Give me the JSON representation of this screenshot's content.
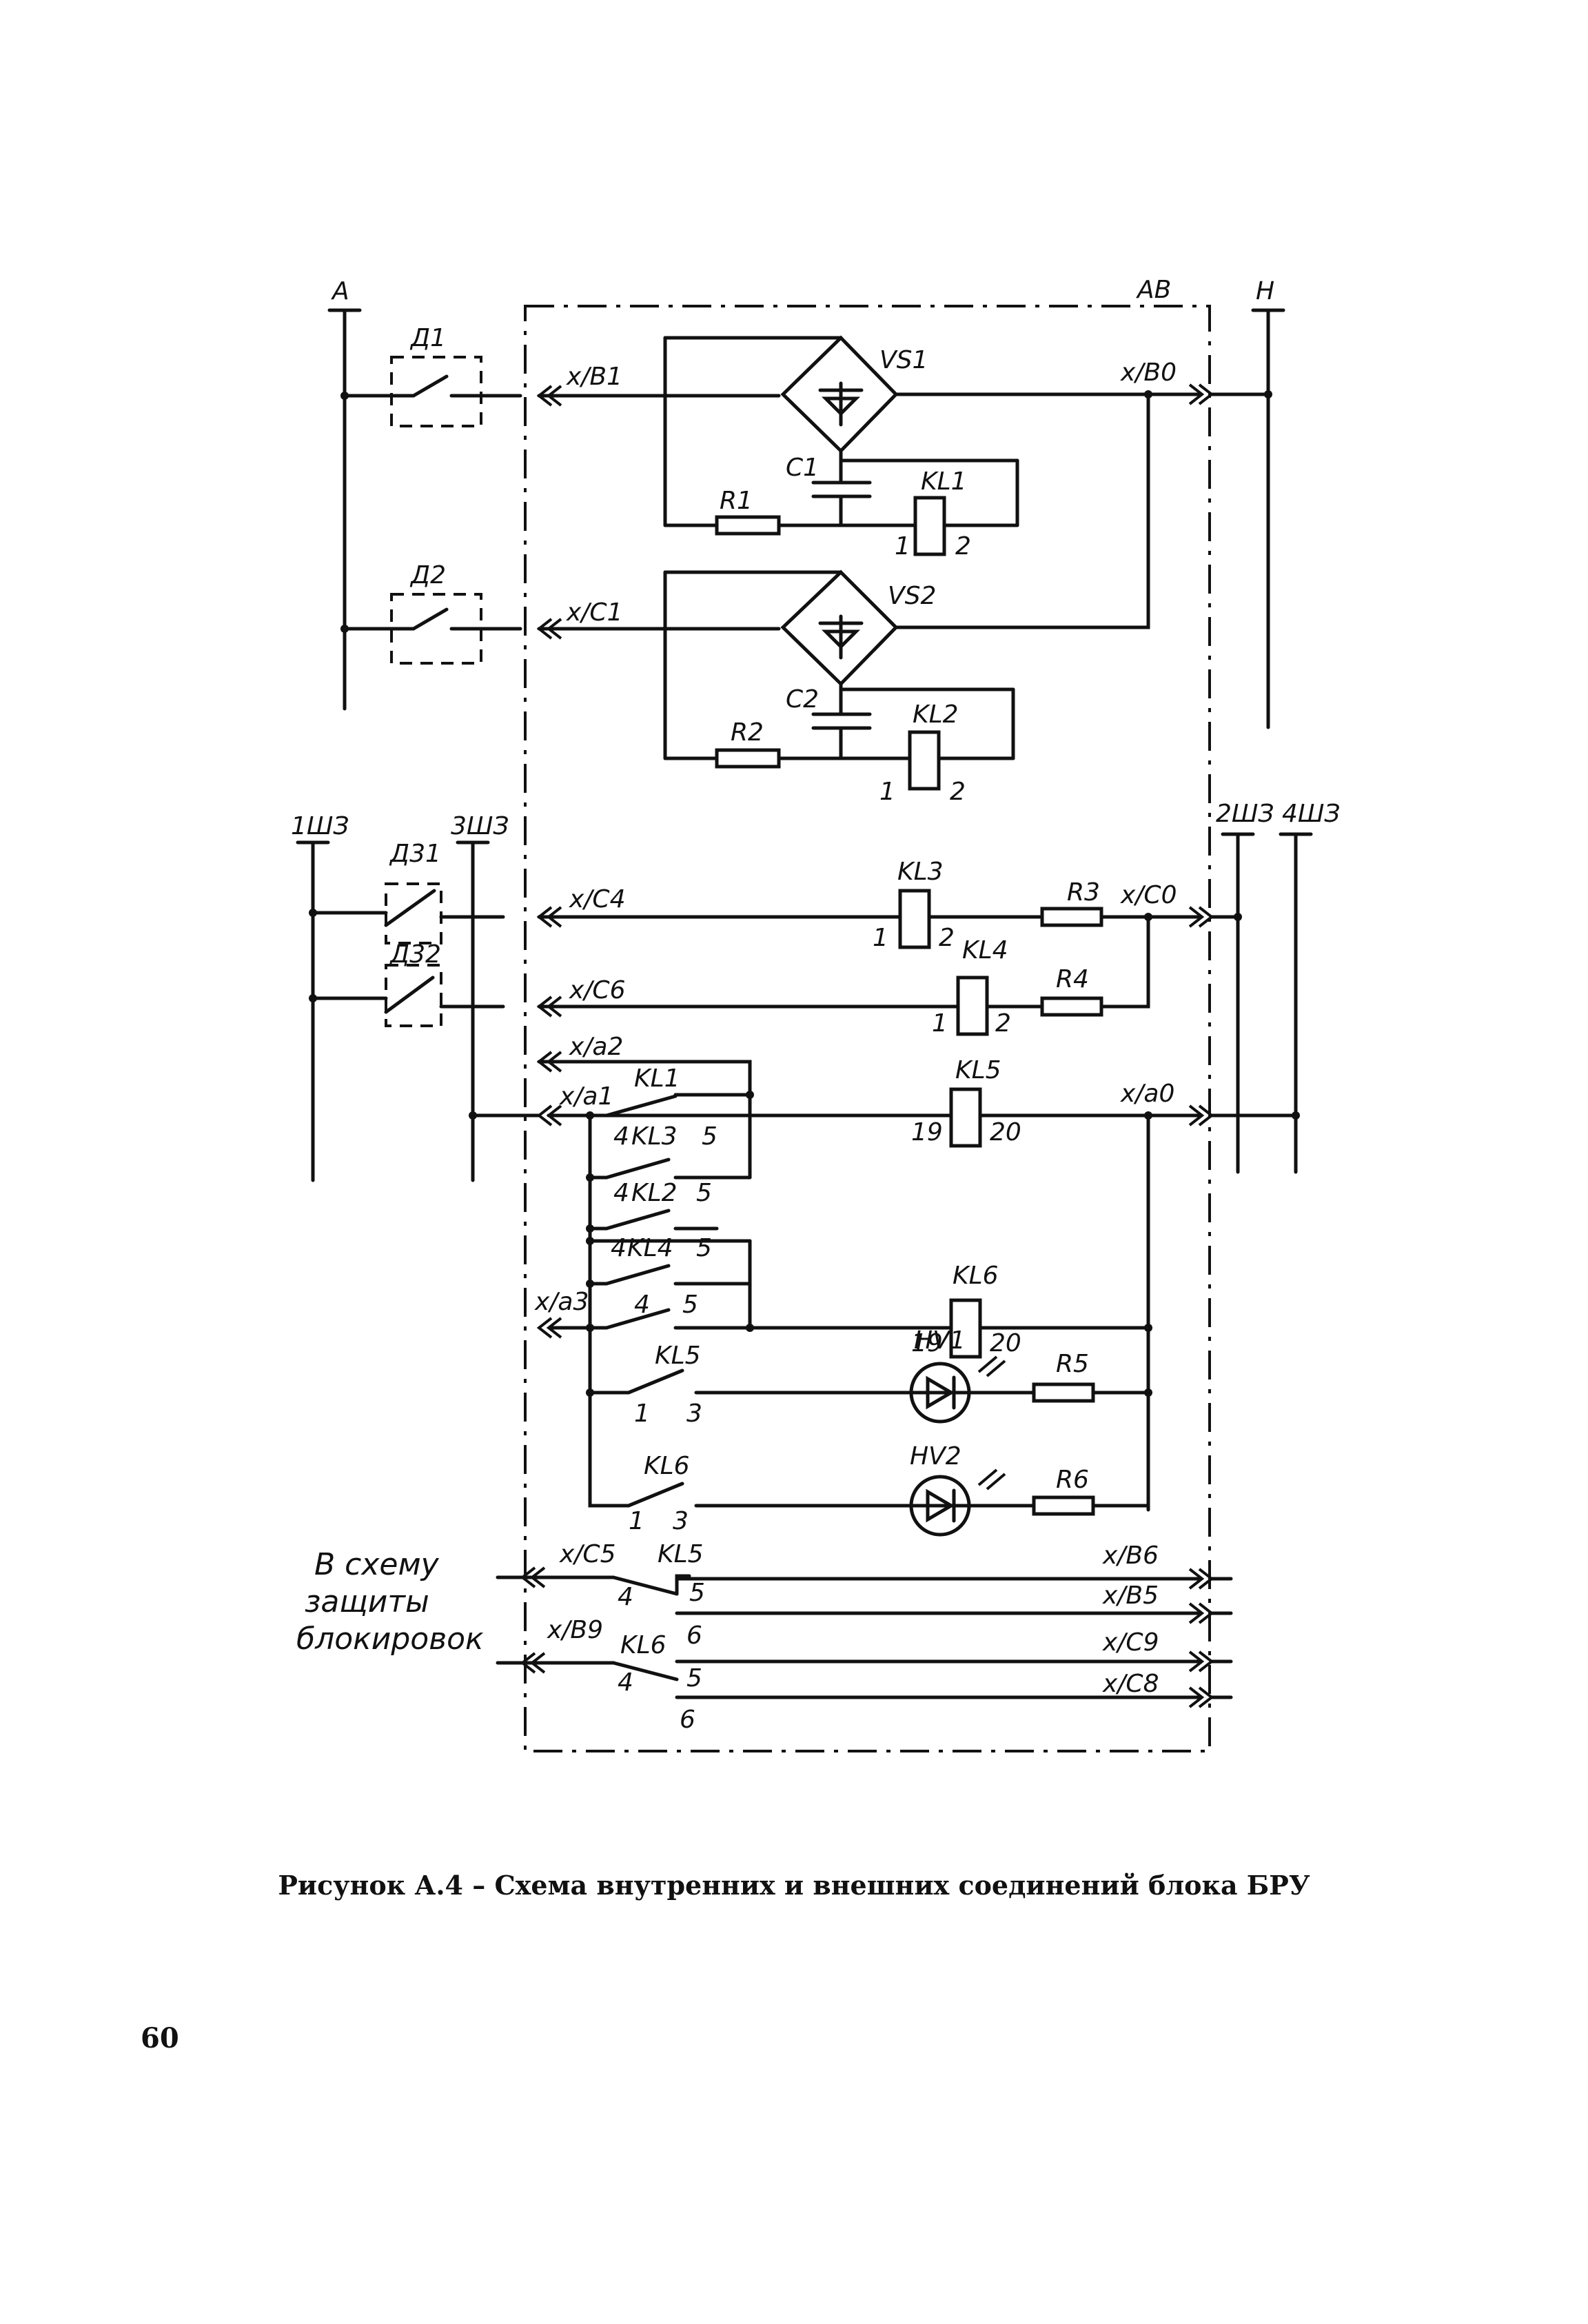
{
  "diagram": {
    "labels": {
      "bus_a": "А",
      "bus_av": "АВ",
      "bus_n": "Н",
      "d1": "Д1",
      "d2": "Д2",
      "d31": "Д31",
      "d32": "Д32",
      "vs1": "VS1",
      "vs2": "VS2",
      "c1": "C1",
      "c2": "C2",
      "r1": "R1",
      "r2": "R2",
      "r3": "R3",
      "r4": "R4",
      "r5": "R5",
      "r6": "R6",
      "kl1_top": "KL1",
      "kl2_top": "KL2",
      "kl3_coil": "KL3",
      "kl4_coil": "KL4",
      "kl5_coil": "KL5",
      "kl6_coil": "KL6",
      "kl1_contact": "KL1",
      "kl3_contact": "KL3",
      "kl2_contact": "KL2",
      "kl4_contact": "KL4",
      "kl5_contact": "KL5",
      "kl6_contact": "KL6",
      "kl5_out": "KL5",
      "kl6_out": "KL6",
      "hv1": "HV1",
      "hv2": "HV2",
      "x_b1": "x/B1",
      "x_b0": "x/B0",
      "x_c1": "x/C1",
      "x_c4": "x/C4",
      "x_c0": "x/C0",
      "x_c6": "x/C6",
      "x_a2": "x/a2",
      "x_a1": "x/a1",
      "x_a0": "x/a0",
      "x_a3": "x/a3",
      "x_c5": "x/C5",
      "x_b9": "x/B9",
      "x_b6": "x/B6",
      "x_b5": "x/B5",
      "x_c9": "x/C9",
      "x_c8": "x/C8",
      "sh1": "1ШЗ",
      "sh3": "3ШЗ",
      "sh2": "2ШЗ",
      "sh4": "4ШЗ",
      "n1": "1",
      "n2": "2",
      "n4": "4",
      "n5": "5",
      "n6": "6",
      "n3": "3",
      "n19": "19",
      "n20": "20",
      "side_1": "В схему",
      "side_2": "защиты",
      "side_3": "блокировок"
    }
  },
  "caption": "Рисунок А.4 – Схема внутренних и внешних соединений блока БРУ",
  "page_number": "60"
}
